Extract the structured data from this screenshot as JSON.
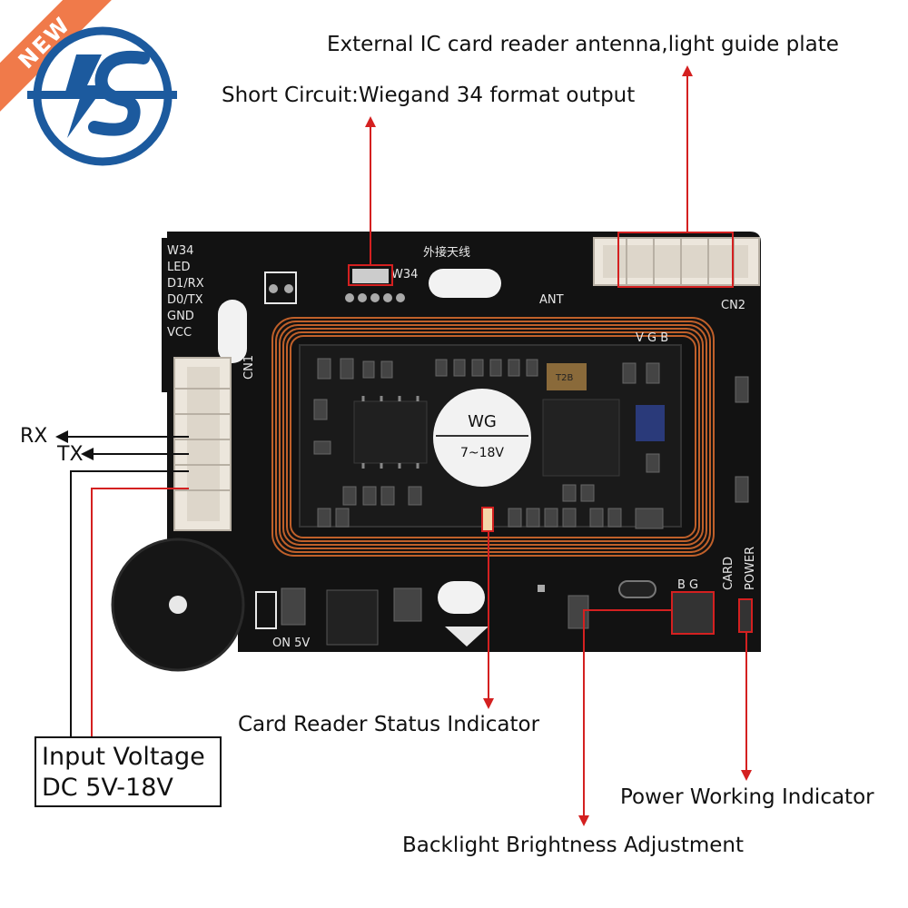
{
  "badge": {
    "text": "NEW"
  },
  "brand": {
    "logo_icon": "lightning-s-logo-icon"
  },
  "board": {
    "silk_pins": [
      "W34",
      "LED",
      "D1/RX",
      "D0/TX",
      "GND",
      "VCC"
    ],
    "silk_antenna": "外接天线",
    "silk_w34": "W34",
    "silk_ant": "ANT",
    "silk_cn1": "CN1",
    "silk_cn2": "CN2",
    "silk_vgb": "V G B",
    "chip_label": "WG",
    "chip_voltage": "7~18V",
    "crystal_text": "T2B",
    "silk_bg": "B G",
    "silk_card": "CARD",
    "silk_power": "POWER",
    "silk_on": "ON 5V"
  },
  "callouts": {
    "external_antenna": "External IC card reader antenna,light guide plate",
    "short_circuit": "Short Circuit:Wiegand 34 format output",
    "card_status": "Card Reader Status Indicator",
    "backlight": "Backlight Brightness Adjustment",
    "power_indicator": "Power Working Indicator",
    "rx": "RX",
    "tx": "TX"
  },
  "input_box": {
    "line1": "Input Voltage",
    "line2": "DC 5V-18V"
  },
  "colors": {
    "pointer_red": "#d42020",
    "board_black": "#121212",
    "coil_copper": "#c0602a",
    "connector_white": "#ece6dc",
    "logo_blue": "#1c5a9e",
    "badge_orange": "#f07a4a"
  }
}
